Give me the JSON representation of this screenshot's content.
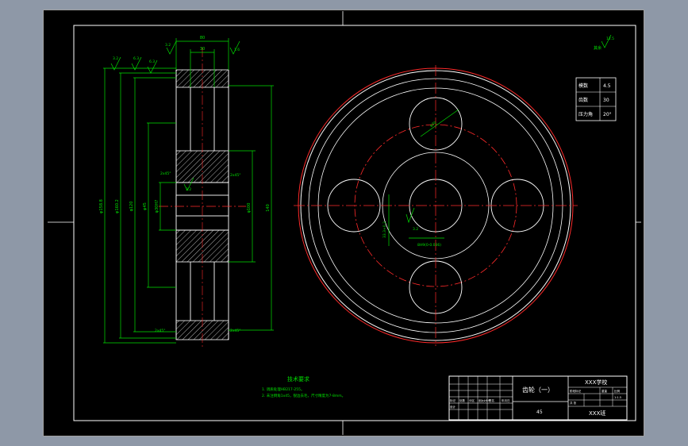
{
  "colors": {
    "background_outer": "#8e98a7",
    "paper": "#000000",
    "outline": "#ffffff",
    "centerline": "#ff2a2a",
    "dimension": "#00e000",
    "hatch": "#ffffff"
  },
  "section_view": {
    "dims_top": [
      "80",
      "30"
    ],
    "dims_left": [
      "φ158.8",
      "φ160.2",
      "φ120"
    ],
    "dims_center": [
      "φ45",
      "φ30H7"
    ],
    "dims_right": [
      "140",
      "φ100"
    ],
    "chamfers": [
      "2x45°",
      "2x45°",
      "2x45°",
      "2x45°"
    ],
    "roughness": [
      "3.2",
      "6.3",
      "6.3",
      "3.2",
      "1.6",
      "3.2"
    ]
  },
  "front_view": {
    "hole_dim": "φ30",
    "keyway_width": "8H9(0-0.036)",
    "keyway_depth": "33.3+0.2",
    "angle": "3.2"
  },
  "params_table": [
    {
      "label": "模数",
      "value": "4.5"
    },
    {
      "label": "齿数",
      "value": "30"
    },
    {
      "label": "压力角",
      "value": "20°"
    }
  ],
  "roughness_rest": {
    "value": "12.5",
    "label": "其余"
  },
  "tech_requirements": {
    "title": "技术要求",
    "items": [
      "1. 调质处理HB217-255。",
      "2. 未注倒角1x45，锐边去毛，尺寸精度为7-8mm。"
    ]
  },
  "title_block": {
    "drawing_name": "齿轮（一）",
    "school": "XXX学校",
    "material": "45",
    "class": "XXX班",
    "scale": "1:1.5",
    "sheet": "共 张",
    "labels_small": [
      "标记",
      "处数",
      "分区",
      "更改文件号",
      "签名",
      "年月日"
    ],
    "designer": "设计",
    "stage_labels": [
      "阶段标记",
      "重量",
      "比例"
    ]
  }
}
